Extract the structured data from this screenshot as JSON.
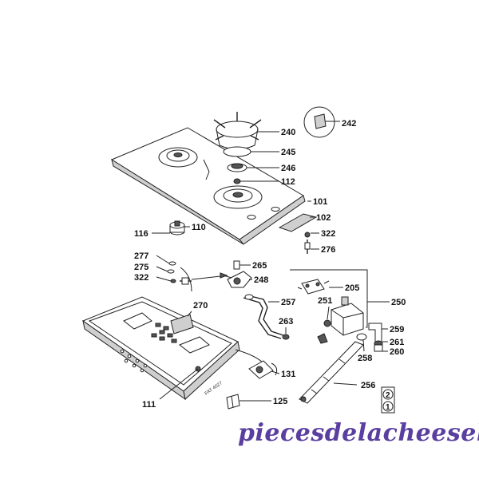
{
  "labels": {
    "p240": "240",
    "p242": "242",
    "p245": "245",
    "p246": "246",
    "p112": "112",
    "p101": "101",
    "p102": "102",
    "p110": "110",
    "p116": "116",
    "p322a": "322",
    "p276": "276",
    "p277": "277",
    "p275": "275",
    "p322b": "322",
    "p265": "265",
    "p248": "248",
    "p205": "205",
    "p250": "250",
    "p270": "270",
    "p257": "257",
    "p251": "251",
    "p263": "263",
    "p259": "259",
    "p261": "261",
    "p260": "260",
    "p258": "258",
    "p131": "131",
    "p256": "256",
    "p111": "111",
    "p125": "125"
  },
  "badges": {
    "top": "2",
    "bottom": "1"
  },
  "stamp": "FAT 4027",
  "watermark": "piecesdelacheeselec.com",
  "colors": {
    "ink": "#222222",
    "watermark": "#5a3fa0"
  }
}
